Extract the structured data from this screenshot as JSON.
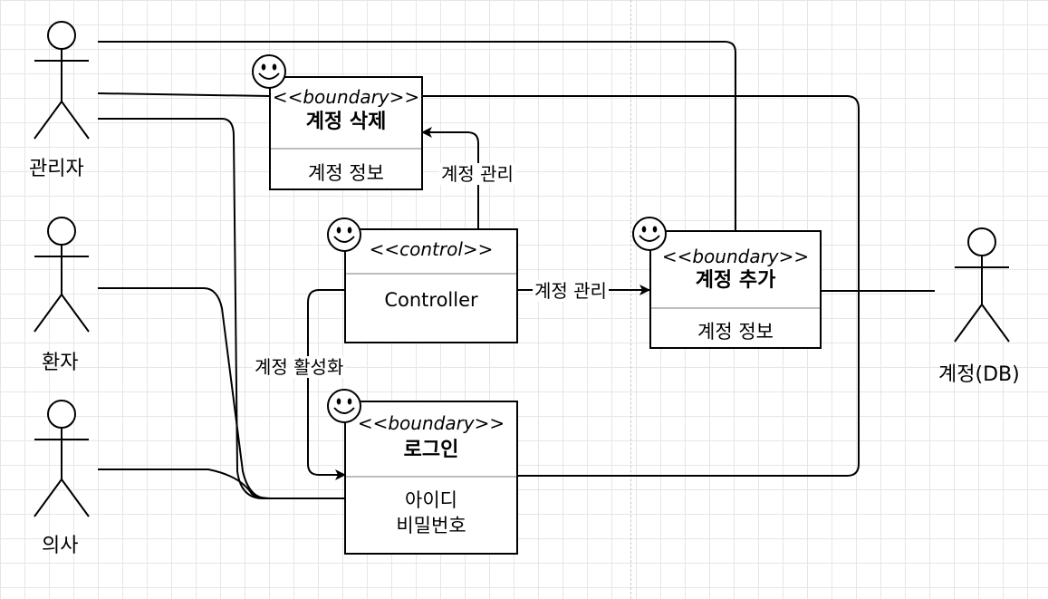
{
  "actors": {
    "admin": "관리자",
    "patient": "환자",
    "doctor": "의사",
    "account_db": "계정(DB)"
  },
  "boxes": {
    "delete": {
      "stereotype": "<<boundary>>",
      "name": "계정 삭제",
      "attrs": [
        "계정 정보"
      ]
    },
    "control": {
      "stereotype": "<<control>>",
      "name": "",
      "attrs": [
        "Controller"
      ]
    },
    "add": {
      "stereotype": "<<boundary>>",
      "name": "계정 추가",
      "attrs": [
        "계정 정보"
      ]
    },
    "login": {
      "stereotype": "<<boundary>>",
      "name": "로그인",
      "attrs": [
        "아이디",
        "비밀번호"
      ]
    }
  },
  "edge_labels": {
    "to_delete": "계정 관리",
    "to_add": "계정 관리",
    "to_login": "계정 활성화"
  },
  "colors": {
    "line": "#000000",
    "separator": "#bdbdbd",
    "grid": "#e6e6e6"
  }
}
